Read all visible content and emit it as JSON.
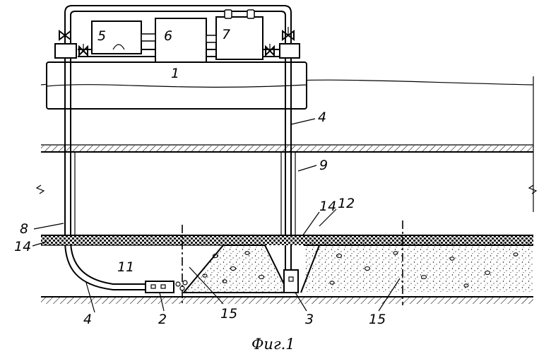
{
  "figure": {
    "caption": "Фиг.1",
    "labels": {
      "l1": "1",
      "l2": "2",
      "l3": "3",
      "l4a": "4",
      "l4b": "4",
      "l5": "5",
      "l6": "6",
      "l7": "7",
      "l8": "8",
      "l9": "9",
      "l11": "11",
      "l12": "12",
      "l14a": "14",
      "l14b": "14",
      "l15a": "15",
      "l15b": "15"
    }
  }
}
